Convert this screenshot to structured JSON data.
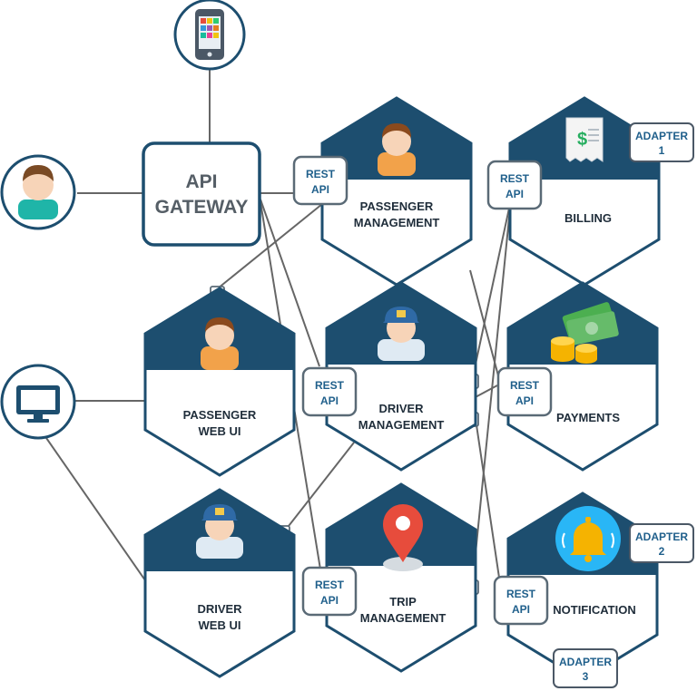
{
  "api_gateway": {
    "line1": "API",
    "line2": "GATEWAY"
  },
  "services": {
    "passenger_management": {
      "line1": "PASSENGER",
      "line2": "MANAGEMENT"
    },
    "billing": {
      "line1": "BILLING"
    },
    "passenger_web_ui": {
      "line1": "PASSENGER",
      "line2": "WEB UI"
    },
    "driver_management": {
      "line1": "DRIVER",
      "line2": "MANAGEMENT"
    },
    "payments": {
      "line1": "PAYMENTS"
    },
    "driver_web_ui": {
      "line1": "DRIVER",
      "line2": "WEB UI"
    },
    "trip_management": {
      "line1": "TRIP",
      "line2": "MANAGEMENT"
    },
    "notification": {
      "line1": "NOTIFICATION"
    }
  },
  "rest_api": {
    "line1": "REST",
    "line2": "API"
  },
  "adapters": {
    "adapter1": {
      "line1": "ADAPTER",
      "line2": "1"
    },
    "adapter2": {
      "line1": "ADAPTER",
      "line2": "2"
    },
    "adapter3": {
      "line1": "ADAPTER",
      "line2": "3"
    }
  },
  "colors": {
    "hex_fill": "#1d4e6f",
    "border": "#1d4e6f",
    "line": "#666666",
    "rest_border": "#5a6a76",
    "text": "#1f2d3a",
    "accent_text": "#1f5f8b"
  },
  "icons": [
    "smartphone-icon",
    "person-icon",
    "desktop-monitor-icon",
    "receipt-icon",
    "money-icon",
    "driver-icon",
    "map-pin-icon",
    "bell-icon"
  ]
}
